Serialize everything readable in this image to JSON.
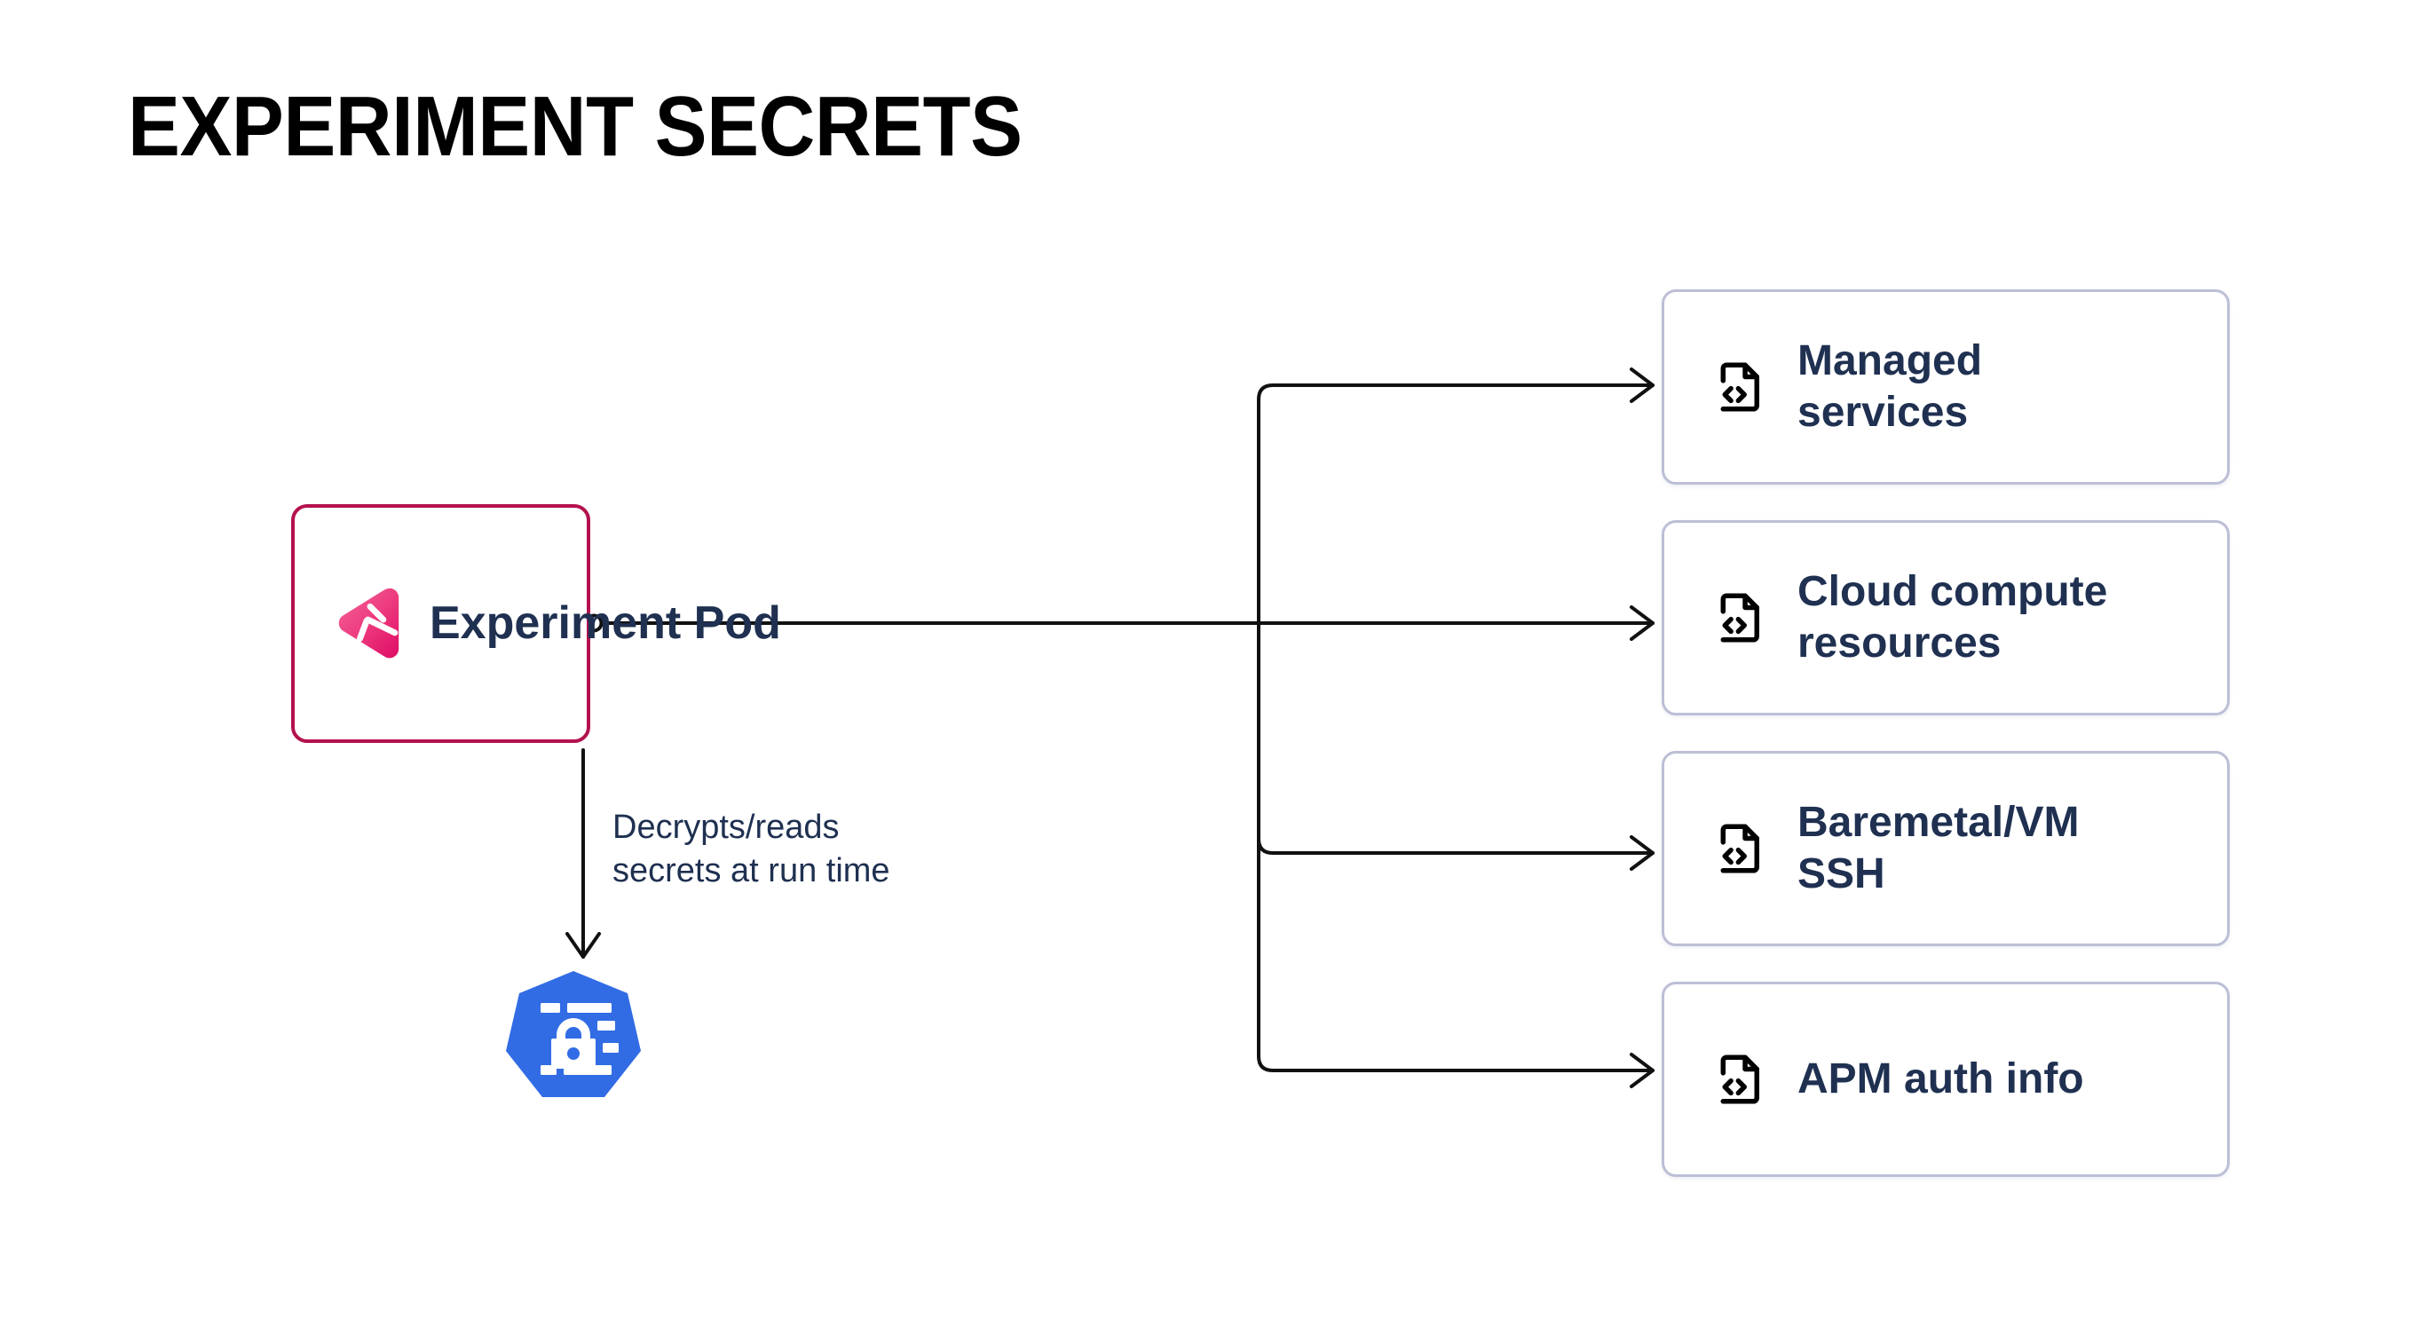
{
  "page": {
    "title": "EXPERIMENT SECRETS",
    "background": "#ffffff"
  },
  "colors": {
    "pod_border": "#B4114F",
    "pod_logo_light": "#F2568F",
    "pod_logo_dark": "#E11A67",
    "text_navy": "#1F3051",
    "card_border": "#BCBFD6",
    "connector": "#111111",
    "kubernetes_blue": "#326CE5",
    "title_black": "#000000"
  },
  "pod": {
    "label": "Experiment Pod",
    "logo_icon": "gremlin-logo-icon",
    "connector_port_icon": "connector-dot-icon"
  },
  "edges": {
    "secret_label_line1": "Decrypts/reads",
    "secret_label_line2": "secrets at run time"
  },
  "secret": {
    "label": "secret",
    "icon": "kubernetes-secret-icon"
  },
  "cards": [
    {
      "id": "managed-services",
      "icon": "file-code-icon",
      "line1": "Managed",
      "line2": "services"
    },
    {
      "id": "cloud-compute",
      "icon": "file-code-icon",
      "line1": "Cloud compute",
      "line2": "resources"
    },
    {
      "id": "baremetal-vm-ssh",
      "icon": "file-code-icon",
      "line1": "Baremetal/VM",
      "line2": "SSH"
    },
    {
      "id": "apm-auth-info",
      "icon": "file-code-icon",
      "line1": "APM auth info",
      "line2": ""
    }
  ]
}
